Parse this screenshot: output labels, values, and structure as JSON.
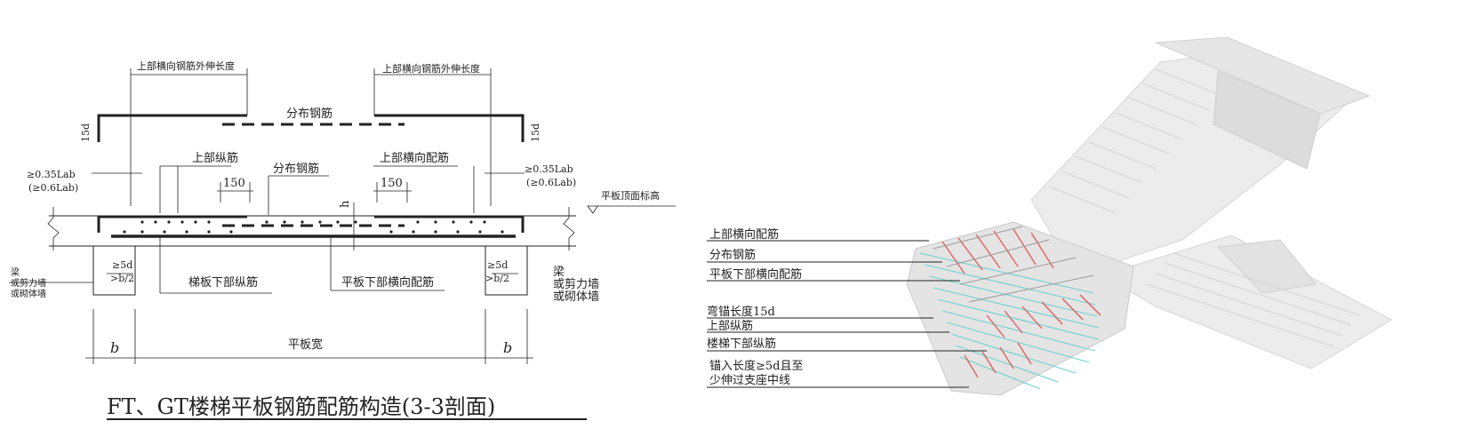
{
  "section_drawing": {
    "caption": "FT、GT楼梯平板钢筋配筋构造(3-3剖面)",
    "labels": {
      "top_ext_left": "上部横向钢筋外伸长度",
      "top_ext_right": "上部横向钢筋外伸长度",
      "dist_bar_top": "分布钢筋",
      "dist_bar_mid": "分布钢筋",
      "top_long_bar": "上部纵筋",
      "top_trans_bar": "上部横向配筋",
      "dim_150_left": "150",
      "dim_150_right": "150",
      "hook_left": "15d",
      "hook_right": "15d",
      "lab_left_1": "≥0.35Lab",
      "lab_left_2": "(≥0.6Lab)",
      "lab_right_1": "≥0.35Lab",
      "lab_right_2": "(≥0.6Lab)",
      "slab_top_elev": "平板顶面标高",
      "thickness_h": "h",
      "anchor_left_1": "≥5d",
      "anchor_left_2": ">b/2",
      "anchor_right_1": "≥5d",
      "anchor_right_2": ">b/2",
      "support_left": [
        "梁",
        "或剪力墙",
        "或砌体墙"
      ],
      "support_right": [
        "梁",
        "或剪力墙",
        "或砌体墙"
      ],
      "bottom_long_bar": "梯板下部纵筋",
      "bottom_trans_bar": "平板下部横向配筋",
      "width_b_left": "b",
      "width_b_right": "b",
      "slab_width": "平板宽"
    }
  },
  "model_3d": {
    "callouts": [
      "上部横向配筋",
      "分布钢筋",
      "平板下部横向配筋",
      "弯锚长度15d",
      "上部纵筋",
      "楼梯下部纵筋",
      "锚入长度≥5d且至",
      "少伸过支座中线"
    ],
    "colors": {
      "concrete": "#e4e4e4",
      "rebar_red": "#e05a5a",
      "rebar_cyan": "#6fd0d0",
      "line": "#222222"
    }
  }
}
